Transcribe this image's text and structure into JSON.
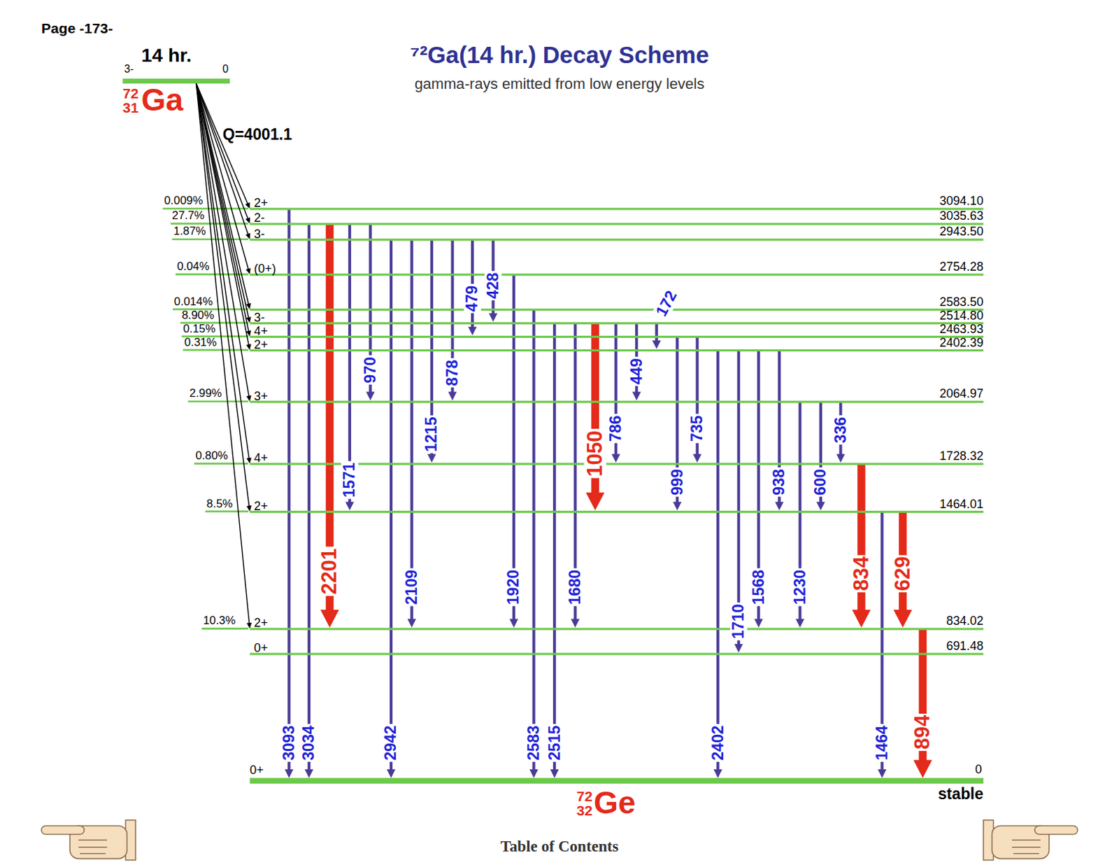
{
  "diagram": {
    "title": "⁷²Ga(14 hr.) Decay Scheme",
    "caption": "gamma-rays emitted from low energy levels",
    "nodes": [
      {
        "text": [
          "14 hr.",
          "3-",
          "0",
          "72",
          "31",
          "Ga"
        ]
      },
      {
        "text": [
          "2+",
          "3094.10"
        ]
      },
      {
        "text": [
          "2-",
          "3035.63"
        ]
      },
      {
        "text": [
          "3-",
          "2943.50"
        ]
      },
      {
        "text": [
          "(0+)",
          "2754.28"
        ]
      },
      {
        "text": [
          "2583.50"
        ]
      },
      {
        "text": [
          "3-",
          "2514.80"
        ]
      },
      {
        "text": [
          "4+",
          "2463.93"
        ]
      },
      {
        "text": [
          "2+",
          "2402.39"
        ]
      },
      {
        "text": [
          "3+",
          "2064.97"
        ]
      },
      {
        "text": [
          "4+",
          "1728.32"
        ]
      },
      {
        "text": [
          "2+",
          "1464.01"
        ]
      },
      {
        "text": [
          "2+",
          "834.02"
        ]
      },
      {
        "text": [
          "0+",
          "691.48"
        ]
      },
      {
        "text": [
          "0+",
          "0",
          "stable",
          "72",
          "32",
          "Ge"
        ]
      }
    ],
    "edges": [
      {
        "from": 0,
        "to": 1,
        "arrow": "to"
      },
      {
        "from": 0,
        "to": 2,
        "arrow": "to"
      },
      {
        "from": 0,
        "to": 3,
        "arrow": "to"
      },
      {
        "from": 0,
        "to": 4,
        "arrow": "to"
      },
      {
        "from": 0,
        "to": 5,
        "arrow": "to"
      },
      {
        "from": 0,
        "to": 6,
        "arrow": "to"
      },
      {
        "from": 0,
        "to": 7,
        "arrow": "to"
      },
      {
        "from": 0,
        "to": 8,
        "arrow": "to"
      },
      {
        "from": 0,
        "to": 9,
        "arrow": "to"
      },
      {
        "from": 0,
        "to": 10,
        "arrow": "to"
      },
      {
        "from": 0,
        "to": 11,
        "arrow": "to"
      },
      {
        "from": 0,
        "to": 12,
        "arrow": "to"
      },
      {
        "from": 1,
        "to": 14,
        "label": "3093",
        "arrow": "to"
      },
      {
        "from": 2,
        "to": 14,
        "label": "3034",
        "arrow": "to"
      },
      {
        "from": 2,
        "to": 12,
        "label": "2201",
        "arrow": "to"
      },
      {
        "from": 2,
        "to": 11,
        "label": "1571",
        "arrow": "to"
      },
      {
        "from": 2,
        "to": 9,
        "label": "970",
        "arrow": "to"
      },
      {
        "from": 3,
        "to": 14,
        "label": "2942",
        "arrow": "to"
      },
      {
        "from": 3,
        "to": 12,
        "label": "2109",
        "arrow": "to"
      },
      {
        "from": 3,
        "to": 10,
        "label": "1215",
        "arrow": "to"
      },
      {
        "from": 3,
        "to": 9,
        "label": "878",
        "arrow": "to"
      },
      {
        "from": 3,
        "to": 7,
        "label": "479",
        "arrow": "to"
      },
      {
        "from": 3,
        "to": 6,
        "label": "428",
        "arrow": "to"
      },
      {
        "from": 4,
        "to": 12,
        "label": "1920",
        "arrow": "to"
      },
      {
        "from": 5,
        "to": 14,
        "label": "2583",
        "arrow": "to"
      },
      {
        "from": 6,
        "to": 14,
        "label": "2515",
        "arrow": "to"
      },
      {
        "from": 6,
        "to": 12,
        "label": "1680",
        "arrow": "to"
      },
      {
        "from": 6,
        "to": 11,
        "label": "1050",
        "arrow": "to"
      },
      {
        "from": 6,
        "to": 10,
        "label": "786",
        "arrow": "to"
      },
      {
        "from": 6,
        "to": 9,
        "label": "449",
        "arrow": "to"
      },
      {
        "from": 6,
        "to": 8,
        "label": "172",
        "arrow": "to"
      },
      {
        "from": 7,
        "to": 11,
        "label": "999",
        "arrow": "to"
      },
      {
        "from": 7,
        "to": 10,
        "label": "735",
        "arrow": "to"
      },
      {
        "from": 8,
        "to": 14,
        "label": "2402",
        "arrow": "to"
      },
      {
        "from": 8,
        "to": 13,
        "label": "1710",
        "arrow": "to"
      },
      {
        "from": 8,
        "to": 12,
        "label": "1568",
        "arrow": "to"
      },
      {
        "from": 8,
        "to": 11,
        "label": "938",
        "arrow": "to"
      },
      {
        "from": 9,
        "to": 12,
        "label": "1230",
        "arrow": "to"
      },
      {
        "from": 9,
        "to": 11,
        "label": "600",
        "arrow": "to"
      },
      {
        "from": 9,
        "to": 10,
        "label": "336",
        "arrow": "to"
      },
      {
        "from": 10,
        "to": 12,
        "label": "834",
        "arrow": "to"
      },
      {
        "from": 11,
        "to": 14,
        "label": "1464",
        "arrow": "to"
      },
      {
        "from": 11,
        "to": 12,
        "label": "629",
        "arrow": "to"
      },
      {
        "from": 12,
        "to": 14,
        "label": "894",
        "arrow": "to"
      }
    ],
    "labels": [
      "Page -173-",
      "Q=4001.1",
      "0.009%",
      "27.7%",
      "1.87%",
      "0.04%",
      "0.014%",
      "8.90%",
      "0.15%",
      "0.31%",
      "2.99%",
      "0.80%",
      "8.5%",
      "10.3%",
      "Table of Contents"
    ]
  }
}
